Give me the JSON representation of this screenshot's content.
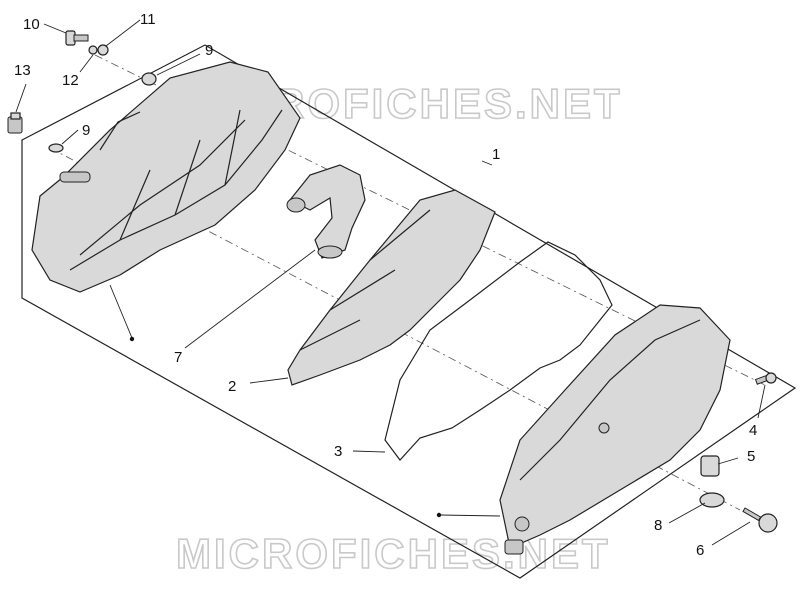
{
  "labels": {
    "p1": "1",
    "p2": "2",
    "p3": "3",
    "p4": "4",
    "p5": "5",
    "p6": "6",
    "p7": "7",
    "p8": "8",
    "p9a": "9",
    "p9b": "9",
    "p10": "10",
    "p11": "11",
    "p12": "12",
    "p13": "13"
  },
  "watermark": {
    "top": "MICROFICHES.NET",
    "bottom": "MICROFICHES.NET"
  }
}
